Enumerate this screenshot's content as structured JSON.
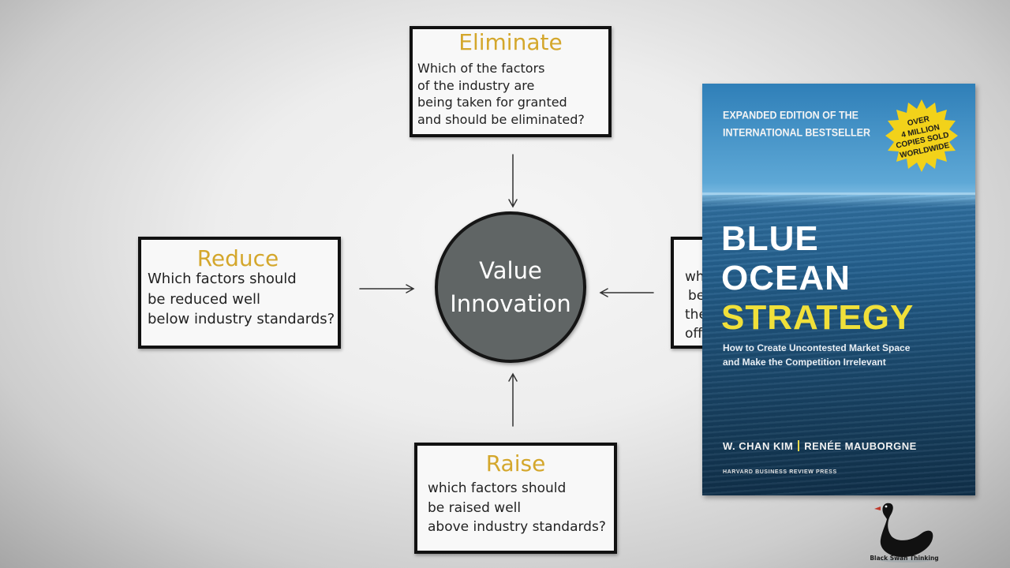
{
  "diagram": {
    "eliminate": {
      "title": "Eliminate",
      "lines": [
        "Which of the factors",
        "of the industry are",
        "being taken for granted",
        "and should be eliminated?"
      ]
    },
    "reduce": {
      "title": "Reduce",
      "lines": [
        "Which factors should",
        "be reduced well",
        "below industry standards?"
      ]
    },
    "raise": {
      "title": "Raise",
      "lines": [
        "which factors should",
        "be raised well",
        "above industry standards?"
      ]
    },
    "create_partial": {
      "lines": [
        "wh",
        "be",
        "the",
        "off"
      ]
    },
    "center": {
      "lines": [
        "Value",
        "Innovation"
      ]
    }
  },
  "book": {
    "edition_lines": [
      "EXPANDED EDITION OF THE",
      "INTERNATIONAL BESTSELLER"
    ],
    "badge_lines": [
      "OVER",
      "4 MILLION",
      "COPIES SOLD",
      "WORLDWIDE"
    ],
    "title_lines": [
      "BLUE",
      "OCEAN",
      "STRATEGY"
    ],
    "subtitle_lines": [
      "How to Create Uncontested Market Space",
      "and Make the Competition Irrelevant"
    ],
    "author_1": "W. CHAN KIM",
    "author_2": "RENÉE MAUBORGNE",
    "publisher": "HARVARD BUSINESS REVIEW PRESS"
  },
  "watermark": {
    "text": "Black Swan Thinking"
  },
  "colors": {
    "title_gold": "#d4a72c",
    "circle_fill": "#606565",
    "book_title_yellow": "#f0e03a",
    "badge_yellow": "#f2d21a"
  }
}
